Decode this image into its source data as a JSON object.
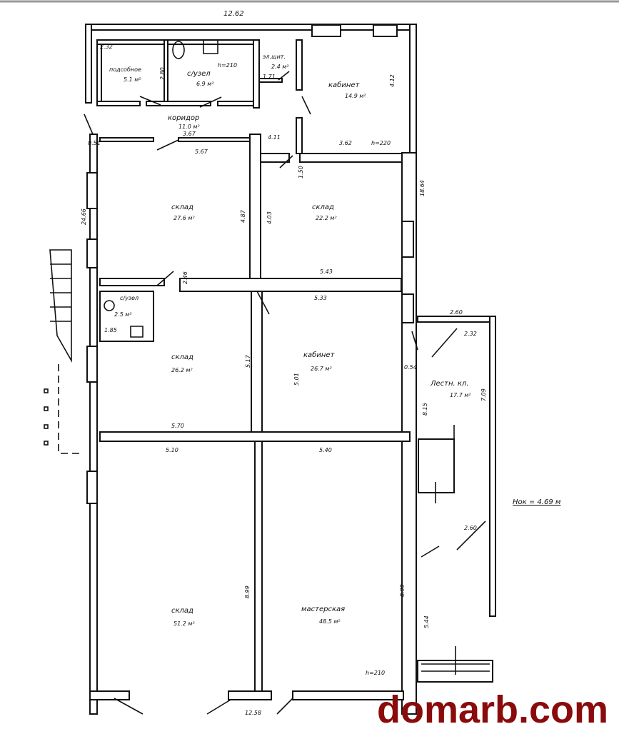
{
  "dimensions": {
    "top_width": "12.62",
    "bottom_width": "12.58",
    "left_height": "24.66",
    "right_height": "18.64",
    "d_2_32a": "2.32",
    "d_2_80": "2.80",
    "d_1_71": "1.71",
    "d_4_12": "4.12",
    "d_3_62": "3.62",
    "d_3_67": "3.67",
    "d_0_51": "0.51",
    "d_5_67": "5.67",
    "d_4_11": "4.11",
    "d_1_50": "1.50",
    "d_4_87": "4.87",
    "d_4_03": "4.03",
    "d_2_46": "2.46",
    "d_5_43": "5.43",
    "d_5_33": "5.33",
    "d_1_85": "1.85",
    "d_5_17": "5.17",
    "d_5_01": "5.01",
    "d_0_54": "0.54",
    "d_2_60a": "2.60",
    "d_2_32b": "2.32",
    "d_7_09": "7.09",
    "d_8_15": "8.15",
    "d_5_70": "5.70",
    "d_5_10": "5.10",
    "d_5_40": "5.40",
    "d_8_99a": "8.99",
    "d_8_99b": "8.99",
    "d_5_44": "5.44",
    "d_2_60b": "2.60"
  },
  "heights": {
    "h210a": "h=210",
    "h220": "h=220",
    "h210b": "h=210",
    "total": "Нок = 4.69 м"
  },
  "rooms": {
    "utility": {
      "name": "подсобное",
      "area": "5.1 м²"
    },
    "wc": {
      "name": "с/узел",
      "area": "6.9 м²"
    },
    "panel": {
      "name": "эл.щит.",
      "area": "2.4 м²"
    },
    "office1": {
      "name": "кабинет",
      "area": "14.9 м²"
    },
    "corridor": {
      "name": "коридор",
      "area": "11.0 м²"
    },
    "storage1": {
      "name": "склад",
      "area": "27.6 м²"
    },
    "storage2": {
      "name": "склад",
      "area": "22.2 м²"
    },
    "wc2": {
      "name": "с/узел",
      "area": "2.5 м²"
    },
    "storage3": {
      "name": "склад",
      "area": "26.2 м²"
    },
    "office2": {
      "name": "кабинет",
      "area": "26.7 м²"
    },
    "stair": {
      "name": "Лестн. кл.",
      "area": "17.7 м²"
    },
    "storage4": {
      "name": "склад",
      "area": "51.2 м²"
    },
    "workshop": {
      "name": "мастерская",
      "area": "48.5 м²"
    }
  },
  "watermark": "domarb.com",
  "colors": {
    "watermark": "#8a0b0b"
  }
}
